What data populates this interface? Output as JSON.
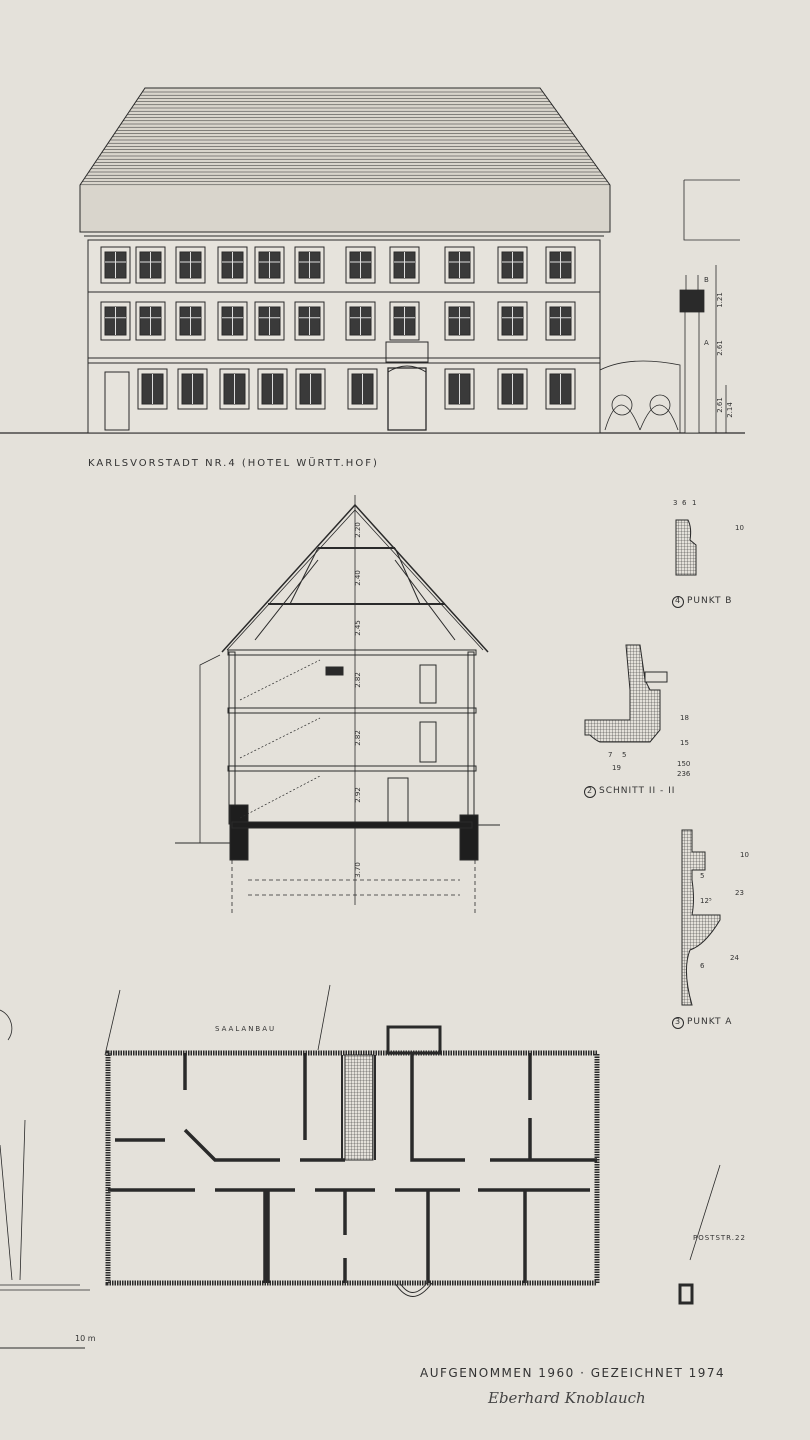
{
  "elevation": {
    "title": "KARLSVORSTADT NR.4 (HOTEL WÜRTT.HOF)",
    "gate_marks": [
      "B",
      "A"
    ],
    "gate_dims": [
      "1.21",
      "2.61",
      "2.61",
      "2.14"
    ]
  },
  "section": {
    "dims": [
      "2.20",
      "2.40",
      "2.45",
      "2.82",
      "2.82",
      "2.92",
      "3.70"
    ]
  },
  "details": {
    "punkt_b": {
      "number": "4",
      "label": "PUNKT B",
      "dims": [
        "3",
        "6",
        "1",
        "10"
      ]
    },
    "schnitt": {
      "number": "2",
      "label": "SCHNITT II - II",
      "dims": [
        "18",
        "15",
        "7",
        "5",
        "19",
        "150",
        "236"
      ]
    },
    "punkt_a": {
      "number": "3",
      "label": "PUNKT A",
      "dims": [
        "10",
        "23",
        "24",
        "12⁵",
        "5",
        "6"
      ]
    }
  },
  "plan": {
    "wing_label": "SAALANBAU",
    "street_label": "POSTSTR.22",
    "scale_label": "10 m"
  },
  "footer": {
    "credit": "AUFGENOMMEN 1960 · GEZEICHNET 1974",
    "signature": "Eberhard Knoblauch"
  },
  "colors": {
    "paper": "#e4e1da",
    "ink": "#2a2a2a"
  }
}
